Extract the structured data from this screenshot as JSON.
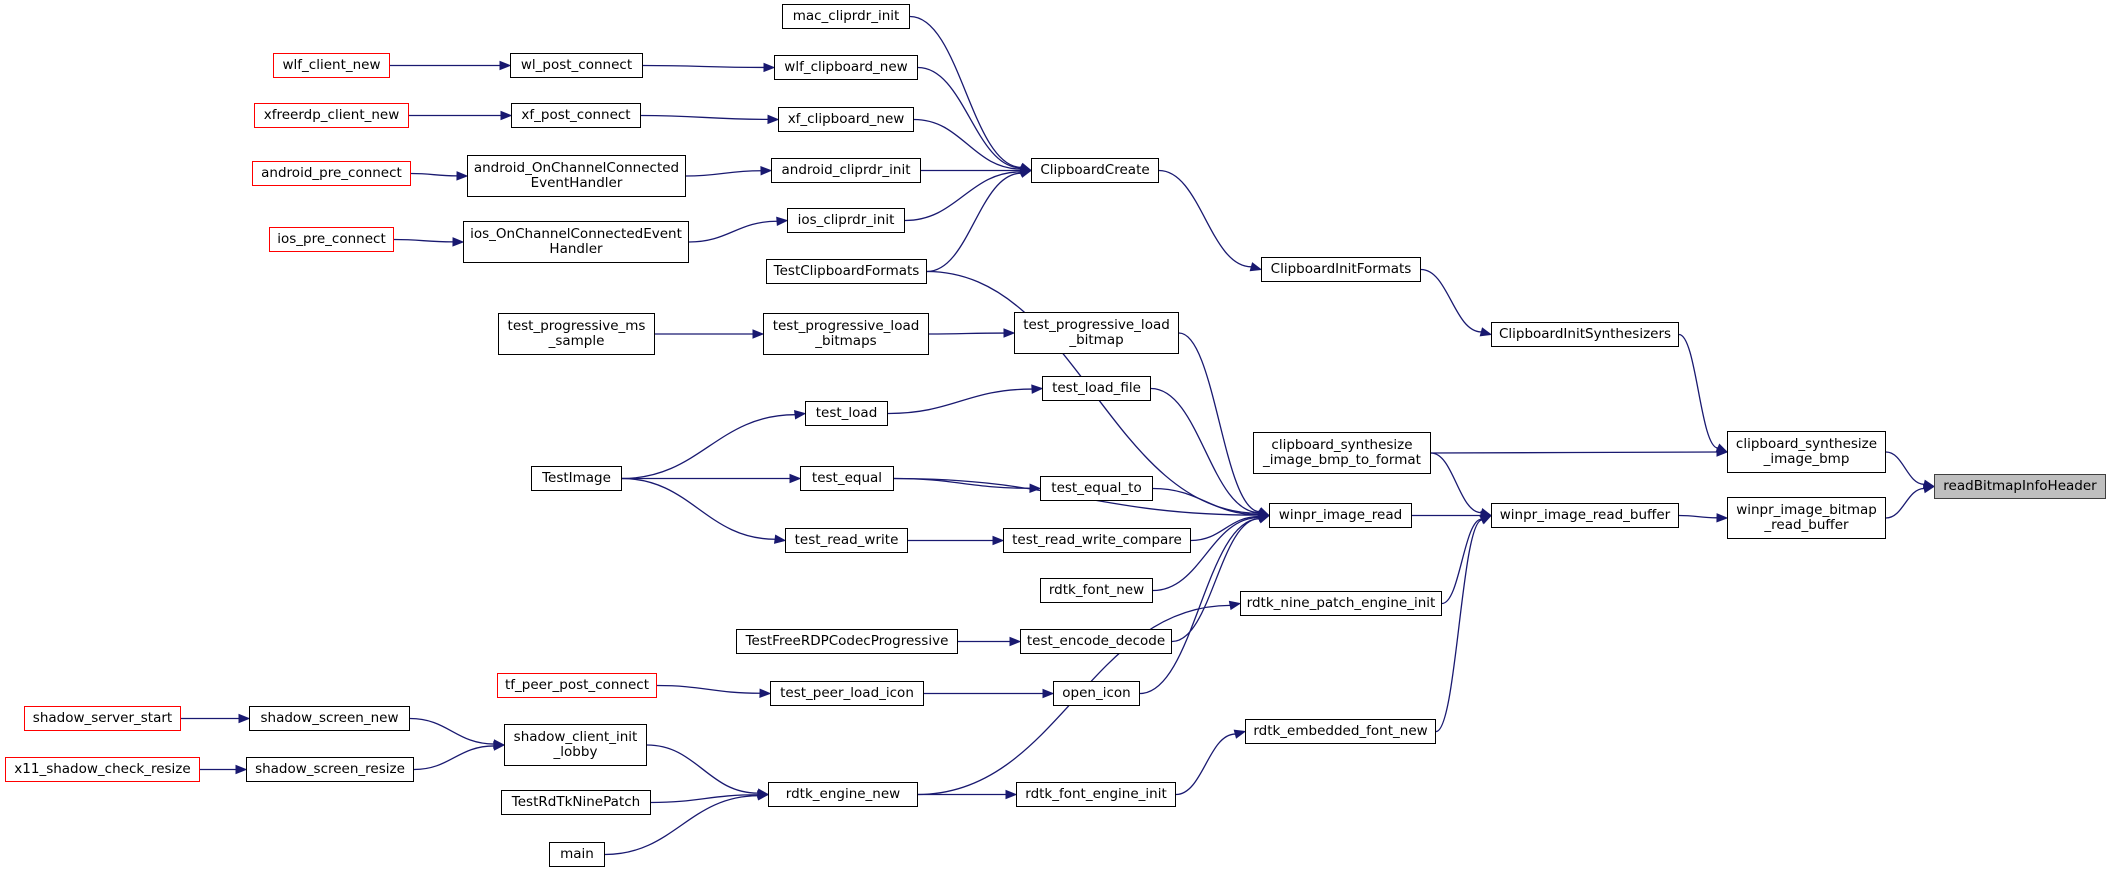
{
  "diagram": {
    "root_label": "readBitmapInfoHeader",
    "edge_color": "#191970",
    "external_border_color": "#ff0000",
    "root_fill_color": "#bfbfbf",
    "nodes": {
      "readBitmapInfoHeader": "readBitmapInfoHeader",
      "clipboard_synthesize_image_bmp": "clipboard_synthesize\n_image_bmp",
      "winpr_image_bitmap_read_buffer": "winpr_image_bitmap\n_read_buffer",
      "ClipboardInitSynthesizers": "ClipboardInitSynthesizers",
      "clipboard_synthesize_image_bmp_to_format": "clipboard_synthesize\n_image_bmp_to_format",
      "winpr_image_read_buffer": "winpr_image_read_buffer",
      "ClipboardInitFormats": "ClipboardInitFormats",
      "ClipboardCreate": "ClipboardCreate",
      "winpr_image_read": "winpr_image_read",
      "rdtk_nine_patch_engine_init": "rdtk_nine_patch_engine_init",
      "rdtk_embedded_font_new": "rdtk_embedded_font_new",
      "mac_cliprdr_init": "mac_cliprdr_init",
      "wlf_clipboard_new": "wlf_clipboard_new",
      "xf_clipboard_new": "xf_clipboard_new",
      "android_cliprdr_init": "android_cliprdr_init",
      "ios_cliprdr_init": "ios_cliprdr_init",
      "TestClipboardFormats": "TestClipboardFormats",
      "wl_post_connect": "wl_post_connect",
      "xf_post_connect": "xf_post_connect",
      "android_OnChannelConnectedEventHandler": "android_OnChannelConnected\nEventHandler",
      "ios_OnChannelConnectedEventHandler": "ios_OnChannelConnectedEvent\nHandler",
      "wlf_client_new": "wlf_client_new",
      "xfreerdp_client_new": "xfreerdp_client_new",
      "android_pre_connect": "android_pre_connect",
      "ios_pre_connect": "ios_pre_connect",
      "test_progressive_load_bitmap": "test_progressive_load\n_bitmap",
      "test_progressive_load_bitmaps": "test_progressive_load\n_bitmaps",
      "test_progressive_ms_sample": "test_progressive_ms\n_sample",
      "test_load_file": "test_load_file",
      "test_load": "test_load",
      "test_equal": "test_equal",
      "test_equal_to": "test_equal_to",
      "TestImage": "TestImage",
      "test_read_write_compare": "test_read_write_compare",
      "test_read_write": "test_read_write",
      "rdtk_font_new": "rdtk_font_new",
      "test_encode_decode": "test_encode_decode",
      "TestFreeRDPCodecProgressive": "TestFreeRDPCodecProgressive",
      "open_icon": "open_icon",
      "test_peer_load_icon": "test_peer_load_icon",
      "tf_peer_post_connect": "tf_peer_post_connect",
      "rdtk_font_engine_init": "rdtk_font_engine_init",
      "rdtk_engine_new": "rdtk_engine_new",
      "shadow_client_init_lobby": "shadow_client_init\n_lobby",
      "TestRdTkNinePatch": "TestRdTkNinePatch",
      "main": "main",
      "shadow_screen_new": "shadow_screen_new",
      "shadow_screen_resize": "shadow_screen_resize",
      "shadow_server_start": "shadow_server_start",
      "x11_shadow_check_resize": "x11_shadow_check_resize"
    },
    "external_nodes": [
      "wlf_client_new",
      "xfreerdp_client_new",
      "android_pre_connect",
      "ios_pre_connect",
      "tf_peer_post_connect",
      "shadow_server_start",
      "x11_shadow_check_resize"
    ],
    "edges": [
      [
        "clipboard_synthesize_image_bmp",
        "readBitmapInfoHeader"
      ],
      [
        "winpr_image_bitmap_read_buffer",
        "readBitmapInfoHeader"
      ],
      [
        "ClipboardInitSynthesizers",
        "clipboard_synthesize_image_bmp"
      ],
      [
        "clipboard_synthesize_image_bmp_to_format",
        "clipboard_synthesize_image_bmp"
      ],
      [
        "winpr_image_read_buffer",
        "winpr_image_bitmap_read_buffer"
      ],
      [
        "ClipboardInitFormats",
        "ClipboardInitSynthesizers"
      ],
      [
        "ClipboardCreate",
        "ClipboardInitFormats"
      ],
      [
        "clipboard_synthesize_image_bmp_to_format",
        "winpr_image_read_buffer"
      ],
      [
        "winpr_image_read",
        "winpr_image_read_buffer"
      ],
      [
        "rdtk_nine_patch_engine_init",
        "winpr_image_read_buffer"
      ],
      [
        "rdtk_embedded_font_new",
        "winpr_image_read_buffer"
      ],
      [
        "mac_cliprdr_init",
        "ClipboardCreate"
      ],
      [
        "wlf_clipboard_new",
        "ClipboardCreate"
      ],
      [
        "xf_clipboard_new",
        "ClipboardCreate"
      ],
      [
        "android_cliprdr_init",
        "ClipboardCreate"
      ],
      [
        "ios_cliprdr_init",
        "ClipboardCreate"
      ],
      [
        "TestClipboardFormats",
        "ClipboardCreate"
      ],
      [
        "wl_post_connect",
        "wlf_clipboard_new"
      ],
      [
        "xf_post_connect",
        "xf_clipboard_new"
      ],
      [
        "android_OnChannelConnectedEventHandler",
        "android_cliprdr_init"
      ],
      [
        "ios_OnChannelConnectedEventHandler",
        "ios_cliprdr_init"
      ],
      [
        "wlf_client_new",
        "wl_post_connect"
      ],
      [
        "xfreerdp_client_new",
        "xf_post_connect"
      ],
      [
        "android_pre_connect",
        "android_OnChannelConnectedEventHandler"
      ],
      [
        "ios_pre_connect",
        "ios_OnChannelConnectedEventHandler"
      ],
      [
        "TestClipboardFormats",
        "winpr_image_read"
      ],
      [
        "test_progressive_load_bitmap",
        "winpr_image_read"
      ],
      [
        "test_load_file",
        "winpr_image_read"
      ],
      [
        "test_equal",
        "winpr_image_read"
      ],
      [
        "test_equal_to",
        "winpr_image_read"
      ],
      [
        "test_read_write_compare",
        "winpr_image_read"
      ],
      [
        "rdtk_font_new",
        "winpr_image_read"
      ],
      [
        "test_encode_decode",
        "winpr_image_read"
      ],
      [
        "open_icon",
        "winpr_image_read"
      ],
      [
        "test_progressive_load_bitmaps",
        "test_progressive_load_bitmap"
      ],
      [
        "test_progressive_ms_sample",
        "test_progressive_load_bitmaps"
      ],
      [
        "test_load",
        "test_load_file"
      ],
      [
        "TestImage",
        "test_load"
      ],
      [
        "TestImage",
        "test_equal"
      ],
      [
        "test_equal",
        "test_equal_to"
      ],
      [
        "TestImage",
        "test_read_write"
      ],
      [
        "test_read_write",
        "test_read_write_compare"
      ],
      [
        "TestFreeRDPCodecProgressive",
        "test_encode_decode"
      ],
      [
        "test_peer_load_icon",
        "open_icon"
      ],
      [
        "tf_peer_post_connect",
        "test_peer_load_icon"
      ],
      [
        "rdtk_engine_new",
        "rdtk_nine_patch_engine_init"
      ],
      [
        "rdtk_font_engine_init",
        "rdtk_embedded_font_new"
      ],
      [
        "rdtk_engine_new",
        "rdtk_font_engine_init"
      ],
      [
        "shadow_client_init_lobby",
        "rdtk_engine_new"
      ],
      [
        "TestRdTkNinePatch",
        "rdtk_engine_new"
      ],
      [
        "main",
        "rdtk_engine_new"
      ],
      [
        "shadow_screen_new",
        "shadow_client_init_lobby"
      ],
      [
        "shadow_screen_resize",
        "shadow_client_init_lobby"
      ],
      [
        "shadow_server_start",
        "shadow_screen_new"
      ],
      [
        "x11_shadow_check_resize",
        "shadow_screen_resize"
      ]
    ]
  }
}
